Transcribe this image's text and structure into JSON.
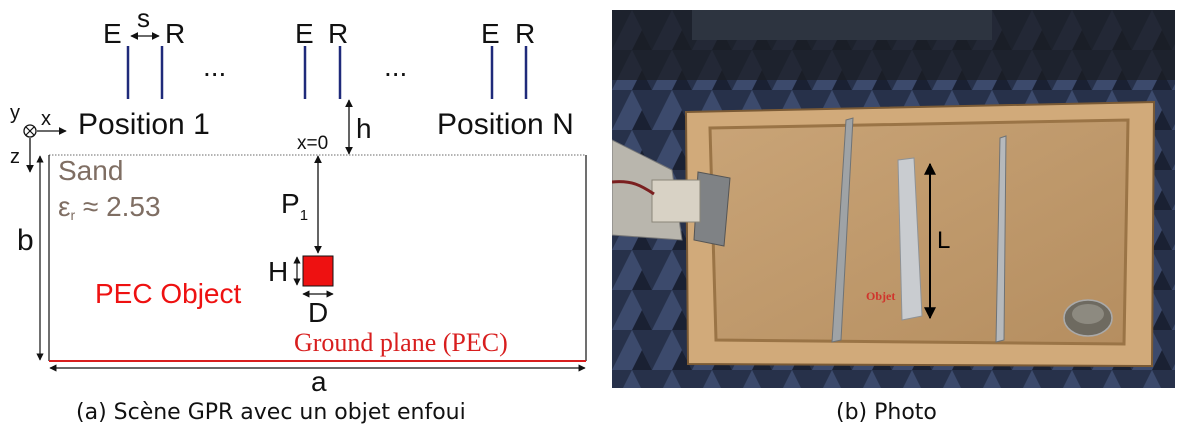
{
  "scene": {
    "positions": [
      {
        "e": "E",
        "r": "R",
        "label": "Position 1"
      },
      {
        "e": "E",
        "r": "R",
        "label": ""
      },
      {
        "e": "E",
        "r": "R",
        "label": "Position N"
      }
    ],
    "ellipsis": "...",
    "spacing_label": "s",
    "height_label": "h",
    "origin_label": "x=0",
    "axes": {
      "y": "y",
      "x": "x",
      "z": "z"
    },
    "medium_name": "Sand",
    "permittivity_symbol": "ε",
    "permittivity_subscript": "r",
    "permittivity_value": "≈ 2.53",
    "depth_label": "P",
    "depth_subscript": "1",
    "object_height_label": "H",
    "object_width_label": "D",
    "object_label": "PEC Object",
    "ground_label": "Ground plane (PEC)",
    "width_label": "a",
    "height_box_label": "b",
    "colors": {
      "antenna": "#1f2a7a",
      "object": "#ee1111",
      "sand_text": "#7f6e63",
      "ground": "#d81e1e"
    }
  },
  "photo": {
    "length_label": "L",
    "object_tag": "Objet"
  },
  "captions": {
    "a": "(a) Scène GPR avec un objet enfoui",
    "b": "(b) Photo"
  }
}
